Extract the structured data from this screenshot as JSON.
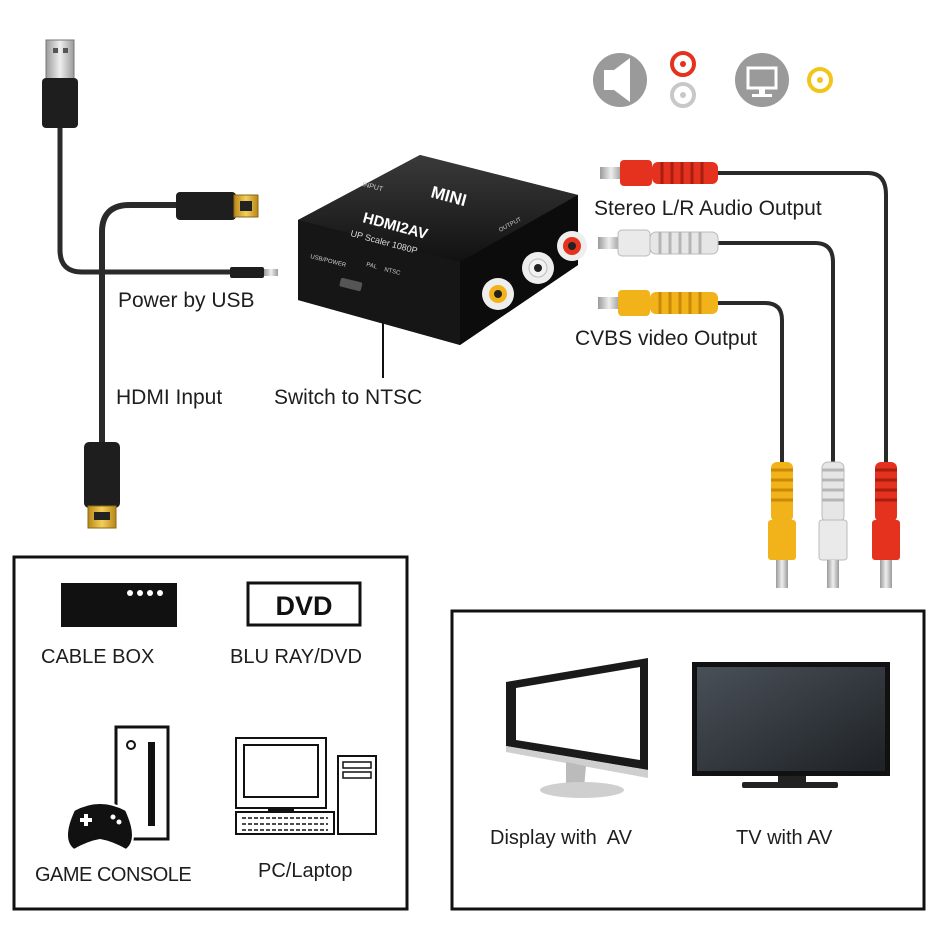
{
  "top": {
    "power_by_usb": "Power by USB",
    "hdmi_input": "HDMI Input",
    "switch_to_ntsc": "Switch to NTSC",
    "stereo_audio_output": "Stereo L/R Audio Output",
    "cvbs_video_output": "CVBS video Output"
  },
  "converter": {
    "brand": "MINI",
    "model": "HDMI2AV",
    "subtitle": "UP Scaler 1080P",
    "port_usb_power": "USB/POWER",
    "switch_pal": "PAL",
    "switch_ntsc": "NTSC",
    "output_label": "OUTPUT",
    "input_label": "INPUT"
  },
  "sources": {
    "cable_box": "CABLE BOX",
    "dvd_logo": "DVD",
    "blu_ray_dvd": "BLU RAY/DVD",
    "game_console": "GAME CONSOLE",
    "pc_laptop": "PC/Laptop"
  },
  "displays": {
    "display_with_av": "Display with  AV",
    "tv_with_av": "TV with AV"
  },
  "colors": {
    "cable": "#2a2a2a",
    "rca_red": "#e4321e",
    "rca_white": "#e6e6e6",
    "rca_yellow": "#f2b21a",
    "gold": "#d6a320",
    "icon_grey": "#9a9a9a",
    "device_black": "#1a1a1a"
  },
  "icons": [
    "usb-plug-icon",
    "hdmi-plug-icon",
    "speaker-icon",
    "monitor-icon",
    "cable-box-icon",
    "dvd-icon",
    "game-console-icon",
    "gamepad-icon",
    "pc-icon",
    "display-icon",
    "tv-icon"
  ]
}
